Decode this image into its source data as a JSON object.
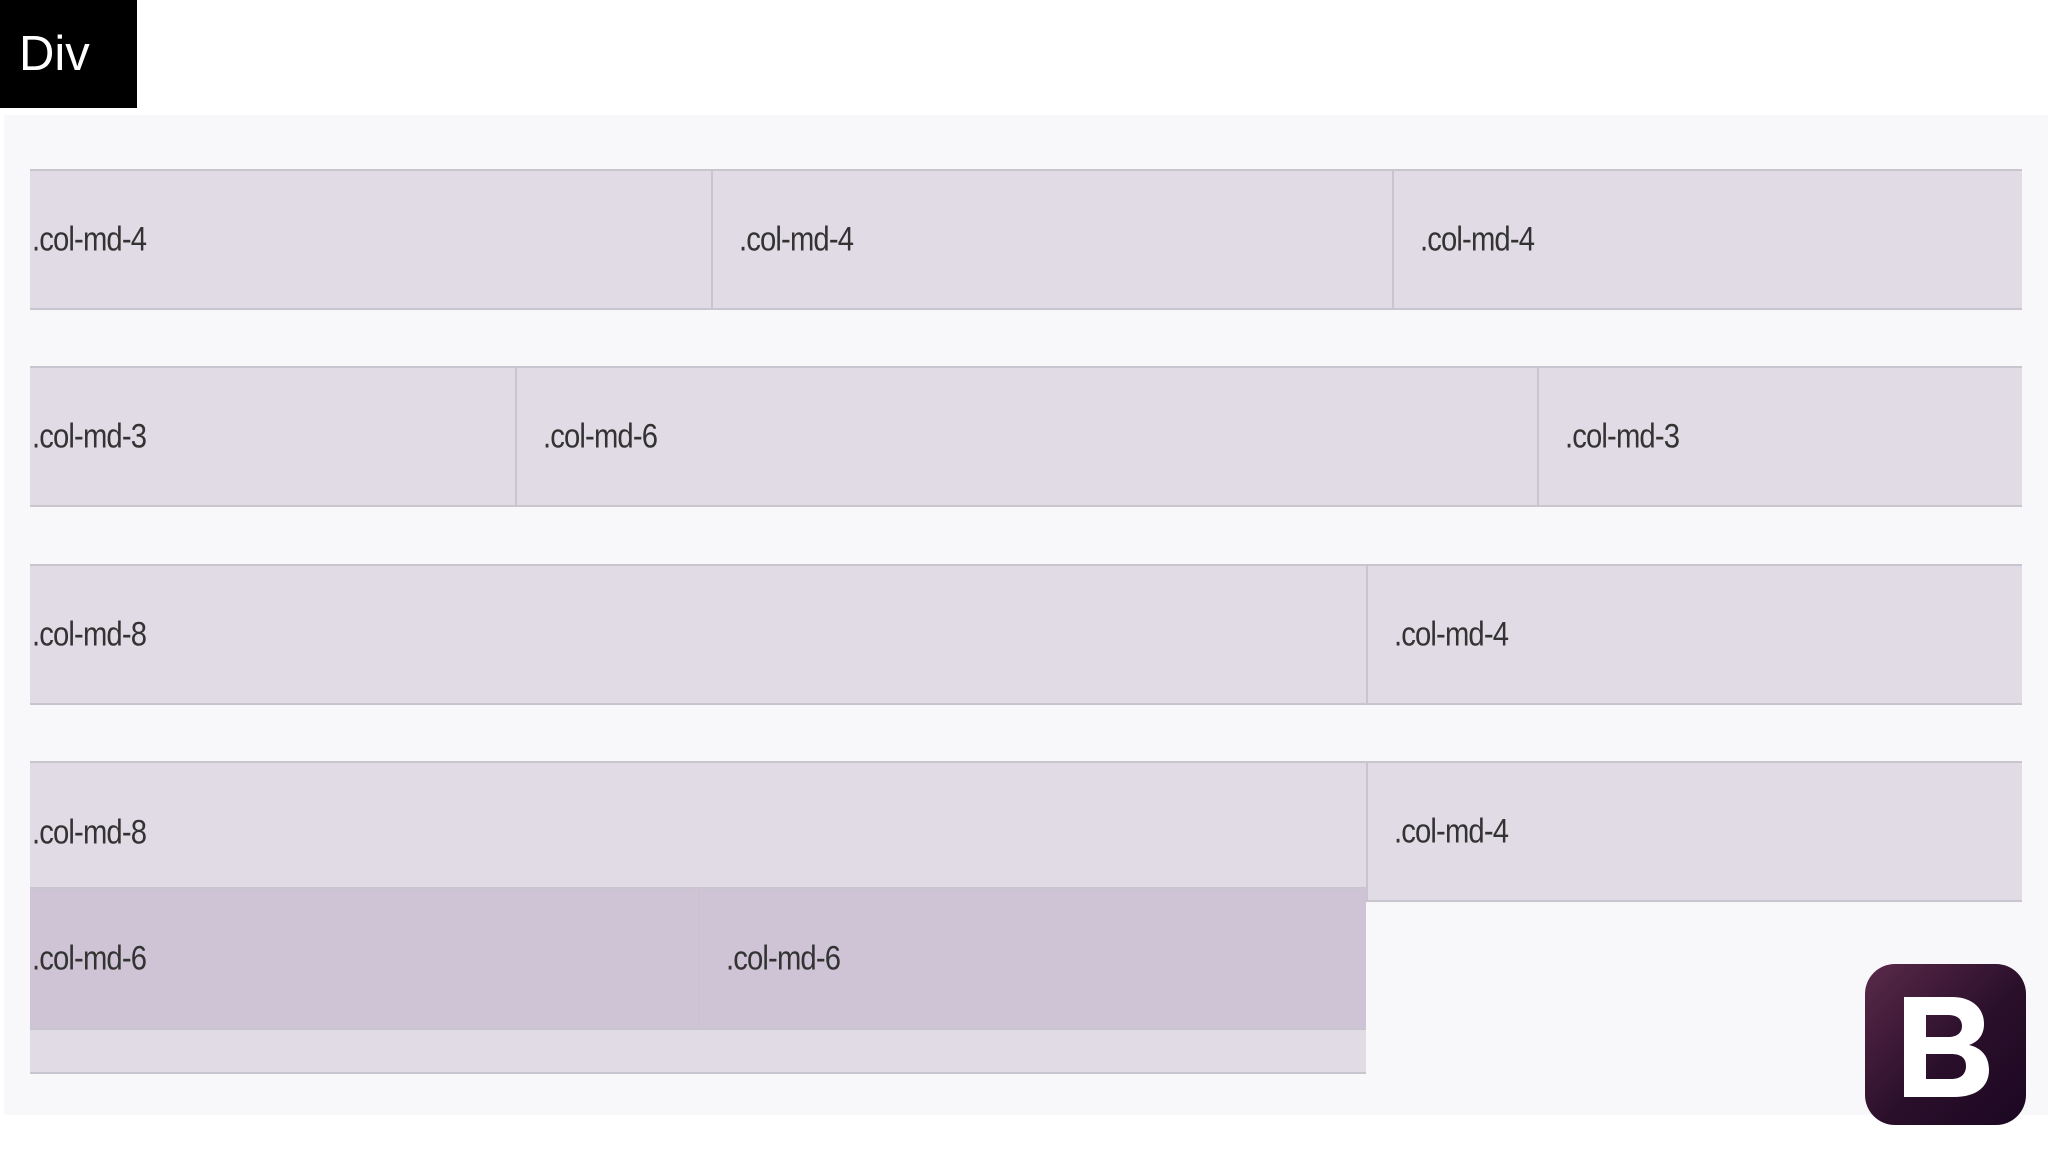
{
  "slide": {
    "title": "Div"
  },
  "rows": [
    {
      "cols": [
        ".col-md-4",
        ".col-md-4",
        ".col-md-4"
      ]
    },
    {
      "cols": [
        ".col-md-3",
        ".col-md-6",
        ".col-md-3"
      ]
    },
    {
      "cols": [
        ".col-md-8",
        ".col-md-4"
      ]
    }
  ],
  "nested_row": {
    "parent_label": ".col-md-8",
    "children": [
      ".col-md-6",
      ".col-md-6"
    ],
    "side_label": ".col-md-4"
  },
  "logo": {
    "icon": "bootstrap-logo-icon",
    "letter": "B"
  },
  "colors": {
    "column_fill": "#e1dbe6",
    "nested_fill": "#cfc4d6",
    "border": "#c9c5ce",
    "logo_gradient_start": "#5a2a4a",
    "logo_gradient_end": "#1b0722"
  }
}
